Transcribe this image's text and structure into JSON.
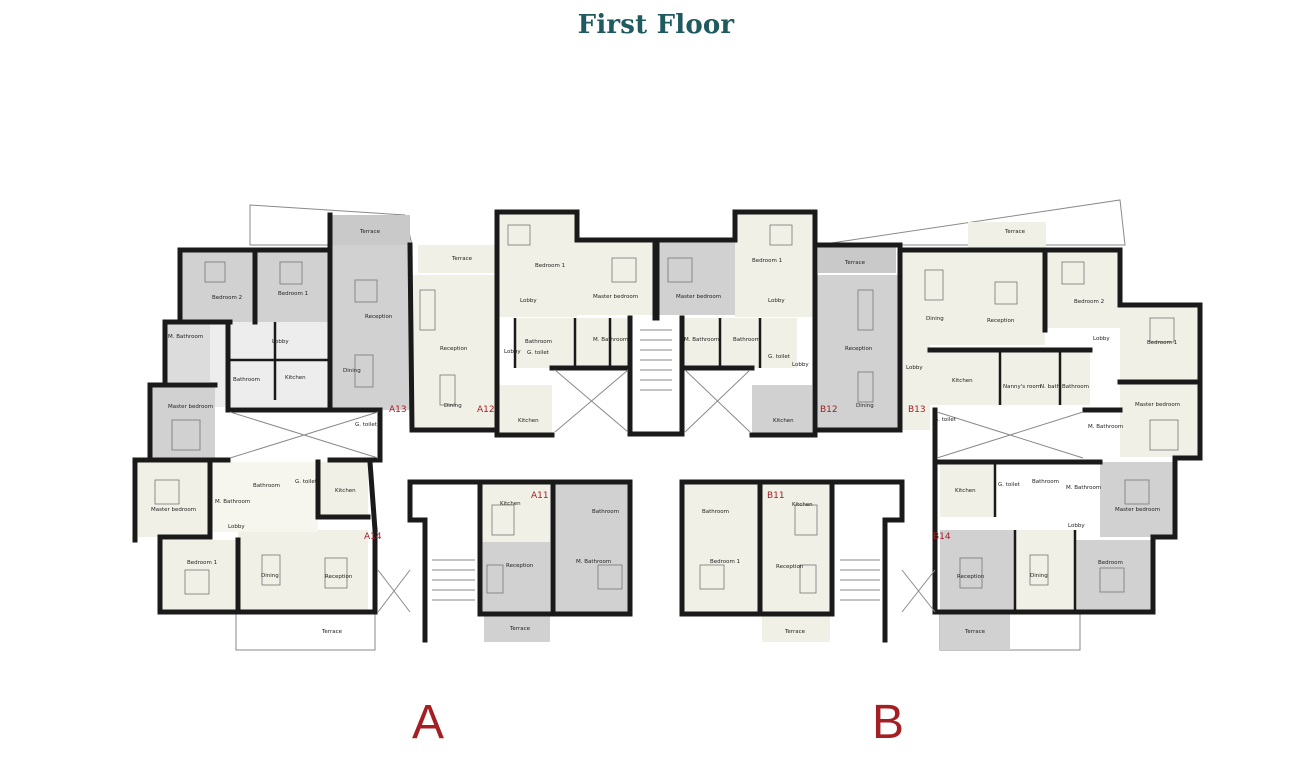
{
  "title": "First Floor",
  "blocks": [
    {
      "label": "A"
    },
    {
      "label": "B"
    }
  ],
  "units": {
    "A11": "A11",
    "A12": "A12",
    "A13": "A13",
    "A14": "A14",
    "B11": "B11",
    "B12": "B12",
    "B13": "B13",
    "B14": "B14"
  },
  "rooms": {
    "terrace": "Terrace",
    "bedroom1": "Bedroom 1",
    "bedroom2": "Bedroom 2",
    "bedroom": "Bedroom",
    "master_bedroom": "Master bedroom",
    "m_bathroom": "M. Bathroom",
    "bathroom": "Bathroom",
    "lobby": "Lobby",
    "kitchen": "Kitchen",
    "reception": "Reception",
    "dining": "Dining",
    "g_toilet": "G. toilet",
    "nannys_room": "Nanny's room",
    "n_bath": "N. bath"
  },
  "colors": {
    "title": "#1f5a60",
    "accent_red": "#a31f24",
    "room_grey": "#d1d1d1",
    "room_cream": "#f1f0e6",
    "wall": "#1a1a1a"
  }
}
